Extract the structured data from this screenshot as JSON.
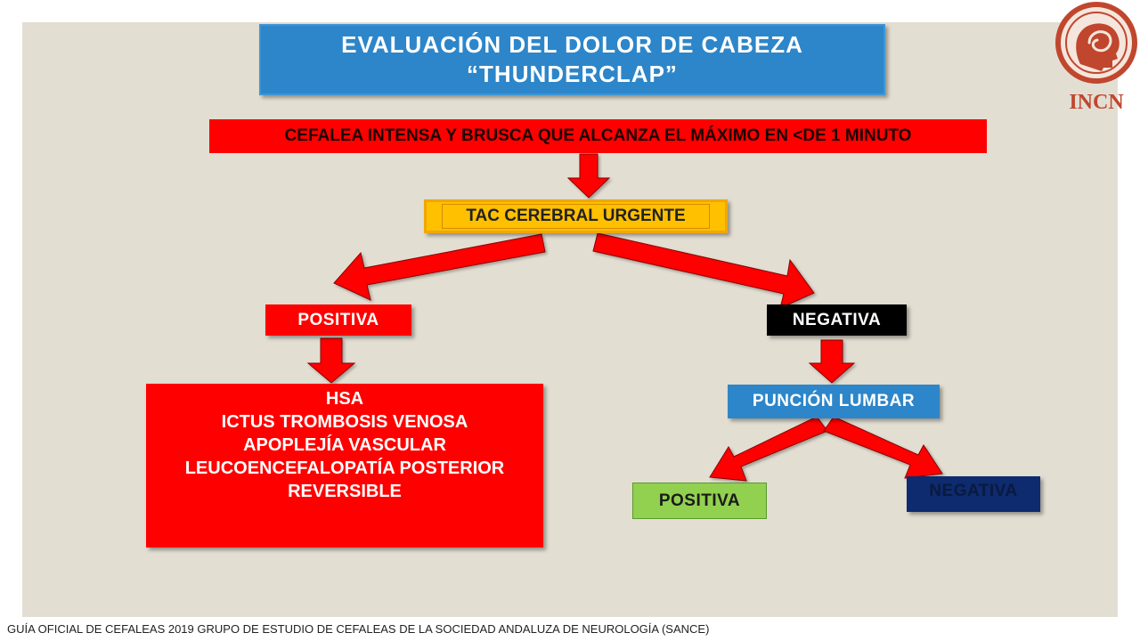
{
  "title": {
    "line1": "EVALUACIÓN DEL DOLOR DE CABEZA",
    "line2": "“THUNDERCLAP”"
  },
  "nodes": {
    "cefalea": "CEFALEA INTENSA Y BRUSCA QUE ALCANZA EL MÁXIMO EN <DE 1 MINUTO",
    "tac": "TAC CEREBRAL URGENTE",
    "positiva1": "POSITIVA",
    "negativa1": "NEGATIVA",
    "result_lines": [
      "HSA",
      "ICTUS TROMBOSIS VENOSA",
      "APOPLEJÍA VASCULAR",
      "LEUCOENCEFALOPATÍA POSTERIOR",
      "REVERSIBLE"
    ],
    "puncion": "PUNCIÓN LUMBAR",
    "positiva2": "POSITIVA",
    "negativa2": "NEGATIVA"
  },
  "logo_text": "INCN",
  "footer": "GUÍA OFICIAL DE CEFALEAS 2019 GRUPO DE ESTUDIO DE CEFALEAS DE LA SOCIEDAD ANDALUZA DE NEUROLOGÍA (SANCE)",
  "colors": {
    "arrow": "#ff0000",
    "title_bg": "#2d86c9",
    "tac_bg": "#ffc000",
    "positive_bg": "#92d050",
    "negative_bg": "#0d2b6e"
  }
}
